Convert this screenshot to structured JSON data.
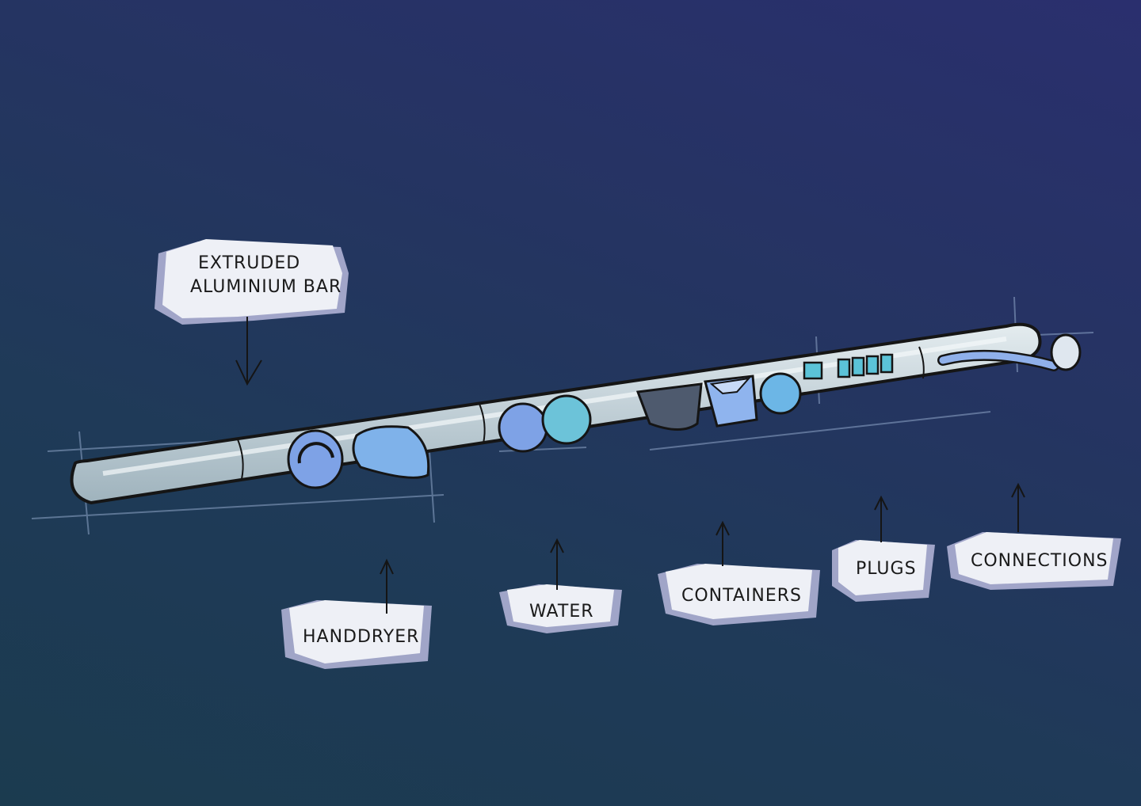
{
  "labels": {
    "extruded_line1": "EXTRUDED",
    "extruded_line2": "ALUMINIUM BAR",
    "handdryer": "HANDDRYER",
    "water": "WATER",
    "containers": "CONTAINERS",
    "plugs": "PLUGS",
    "connections": "CONNECTIONS"
  },
  "colors": {
    "background_top": "#2a2f6e",
    "background_bottom": "#1b3b4f",
    "bar_body": "#c9d6dc",
    "bar_outline": "#151515",
    "accent_blue": "#7fa6e8",
    "accent_cyan": "#6cc3d9",
    "label_patch": "#eef0f6",
    "label_shadow": "#b7b9dc"
  },
  "icons": [
    "aluminium-bar",
    "handdryer-icon",
    "water-tap-icon",
    "container-icon",
    "plug-icon",
    "connection-pipe-icon",
    "arrow-icon"
  ]
}
